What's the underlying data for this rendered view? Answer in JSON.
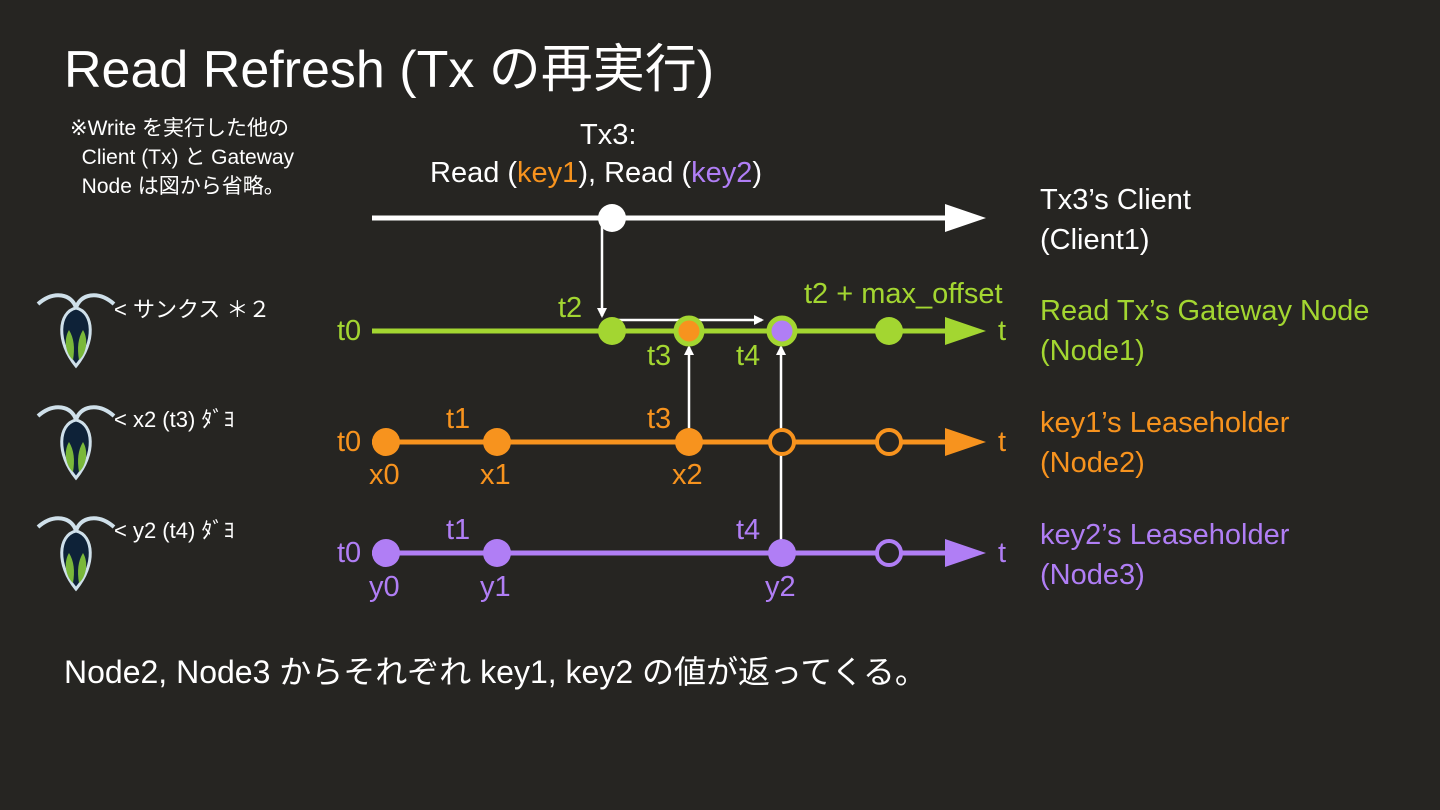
{
  "title": "Read Refresh (Tx の再実行)",
  "note": "※Write を実行した他の\n  Client (Tx) と Gateway\n  Node は図から省略。",
  "tx_label": {
    "line1": "Tx3:",
    "read1": "Read (",
    "key1": "key1",
    "mid": "), Read (",
    "key2": "key2",
    "end": ")"
  },
  "lanes": {
    "client": {
      "name": "Tx3’s Client",
      "sub": "(Client1)"
    },
    "node1": {
      "name": "Read Tx’s Gateway Node",
      "sub": "(Node1)",
      "start": "t0",
      "end": "t"
    },
    "node2": {
      "name": "key1’s Leaseholder",
      "sub": "(Node2)",
      "start": "t0",
      "end": "t"
    },
    "node3": {
      "name": "key2’s Leaseholder",
      "sub": "(Node3)",
      "start": "t0",
      "end": "t"
    }
  },
  "node1_labels": {
    "t2": "t2",
    "t3": "t3",
    "t4": "t4",
    "max": "t2 + max_offset"
  },
  "node2_labels": {
    "t1": "t1",
    "t3": "t3",
    "x0": "x0",
    "x1": "x1",
    "x2": "x2"
  },
  "node3_labels": {
    "t1": "t1",
    "t4": "t4",
    "y0": "y0",
    "y1": "y1",
    "y2": "y2"
  },
  "mascot_speech": [
    "< サンクス ＊２",
    "< x2 (t3) ﾀﾞﾖ",
    "< y2 (t4) ﾀﾞﾖ"
  ],
  "footer": "Node2, Node3 からそれぞれ key1, key2 の値が返ってくる。",
  "colors": {
    "background": "#262522",
    "client": "#ffffff",
    "node1": "#a3d631",
    "node2": "#f7931e",
    "node3": "#b07ef5"
  },
  "icons": [
    "mascot-icon"
  ]
}
